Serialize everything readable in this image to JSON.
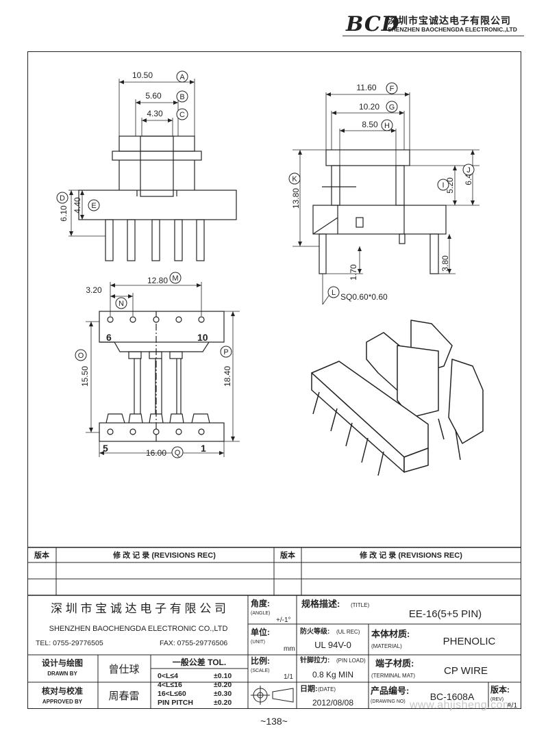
{
  "header": {
    "logo_text": "BCD",
    "company_cn": "深圳市宝诚达电子有限公司",
    "company_en": "SHENZHEN BAOCHENGDA ELECTRONIC.,LTD"
  },
  "dimensions": {
    "A": "10.50",
    "B": "5.60",
    "C": "4.30",
    "D": "6.10",
    "E": "4.40",
    "F": "11.60",
    "G": "10.20",
    "H": "8.50",
    "I": "5.20",
    "J": "6.40",
    "K": "13.80",
    "L": "SQ0.60*0.60",
    "M": "12.80",
    "N": "3.20",
    "O": "15.50",
    "P": "18.40",
    "Q": "16.00",
    "pin_len": "1.70",
    "pin_len2": "3.80"
  },
  "letters": {
    "A": "A",
    "B": "B",
    "C": "C",
    "D": "D",
    "E": "E",
    "F": "F",
    "G": "G",
    "H": "H",
    "I": "I",
    "J": "J",
    "K": "K",
    "L": "L",
    "M": "M",
    "N": "N",
    "O": "O",
    "P": "P",
    "Q": "Q"
  },
  "pin_labels": {
    "top_left": "6",
    "top_right": "10",
    "bottom_left": "5",
    "bottom_right": "1"
  },
  "title_block": {
    "rev_label": "版本",
    "rev_records": "修 改 记 录 (REVISIONS REC)",
    "company_cn": "深 圳 市 宝 诚 达 电 子 有 限 公 司",
    "company_en": "SHENZHEN BAOCHENGDA ELECTRONIC CO.,LTD",
    "tel": "TEL: 0755-29776505",
    "fax": "FAX: 0755-29776506",
    "angle_label": "角度:",
    "angle_en": "(ANGLE)",
    "angle_val": "+/-1°",
    "unit_label": "单位:",
    "unit_en": "(UNIT)",
    "unit_val": "mm",
    "scale_label": "比例:",
    "scale_en": "(SCALE)",
    "scale_val": "1/1",
    "title_label": "规格描述:",
    "title_en": "(TITLE)",
    "title_val": "EE-16(5+5 PIN)",
    "fire_label": "防火等级:",
    "fire_en": "(UL REC)",
    "fire_val": "UL 94V-0",
    "material_label": "本体材质:",
    "material_en": "(MATERIAL)",
    "material_val": "PHENOLIC",
    "pinload_label": "针脚拉力:",
    "pinload_en": "(PIN LOAD)",
    "pinload_val": "0.8 Kg MIN",
    "terminal_label": "端子材质:",
    "terminal_en": "(TERMINAL MAT)",
    "terminal_val": "CP WIRE",
    "date_label": "日期:",
    "date_en": "(DATE)",
    "date_val": "2012/08/08",
    "drawing_label": "产品编号:",
    "drawing_en": "(DRAWING NO)",
    "drawing_val": "BC-1608A",
    "revno_label": "版本:",
    "revno_en": "(REV)",
    "revno_val": "A/1",
    "drawn_label": "设计与绘图",
    "drawn_en": "DRAWN BY",
    "drawn_val": "曾仕球",
    "approved_label": "核对与校准",
    "approved_en": "APPROVED BY",
    "approved_val": "周春雷",
    "tol_title": "一般公差 TOL.",
    "tol_rows": [
      {
        "range": "0<L≤4",
        "val": "±0.10"
      },
      {
        "range": "4<L≤16",
        "val": "±0.20"
      },
      {
        "range": "16<L≤60",
        "val": "±0.30"
      },
      {
        "range": "PIN PITCH",
        "val": "±0.20"
      }
    ]
  },
  "footer": {
    "page": "~138~"
  },
  "watermark": "www.ahjisheng.com"
}
